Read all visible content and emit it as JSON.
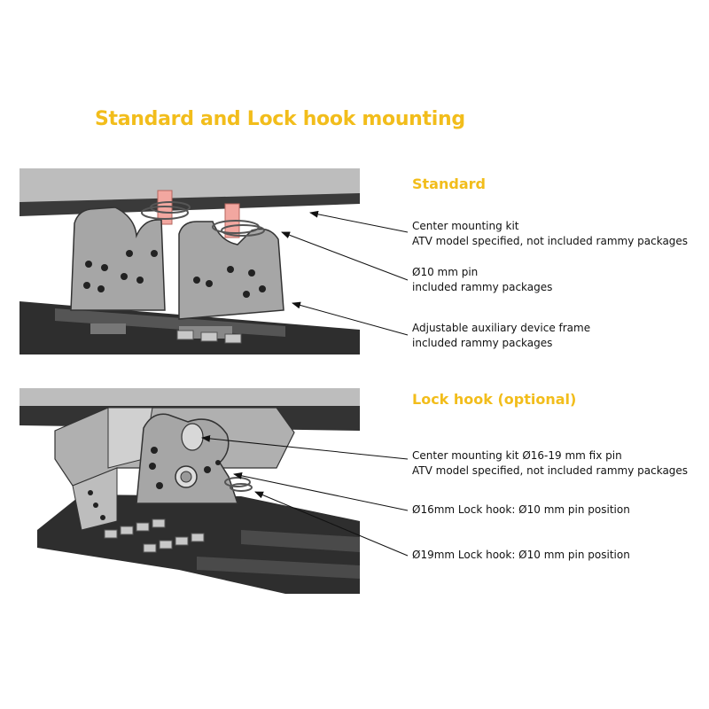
{
  "title": "Standard and Lock hook mounting",
  "colors": {
    "heading": "#f2bd1b",
    "pin_highlight": "#f2a7a0",
    "metal": "#a6a6a6",
    "frame": "#3a3a3a"
  },
  "standard": {
    "heading": "Standard",
    "callouts": [
      {
        "line1": "Center mounting kit",
        "line2": "ATV model specified,  not included  rammy packages"
      },
      {
        "line1": "Ø10 mm pin",
        "line2": "included  rammy packages"
      },
      {
        "line1": "Adjustable auxiliary device frame",
        "line2": "included  rammy packages"
      }
    ]
  },
  "lock_hook": {
    "heading": "Lock hook (optional)",
    "callouts": [
      {
        "line1": "Center mounting kit Ø16-19 mm fix pin",
        "line2": "ATV model specified,  not included  rammy packages"
      },
      {
        "line1": "Ø16mm Lock hook: Ø10 mm pin position"
      },
      {
        "line1": "Ø19mm Lock hook: Ø10 mm pin position"
      }
    ]
  }
}
